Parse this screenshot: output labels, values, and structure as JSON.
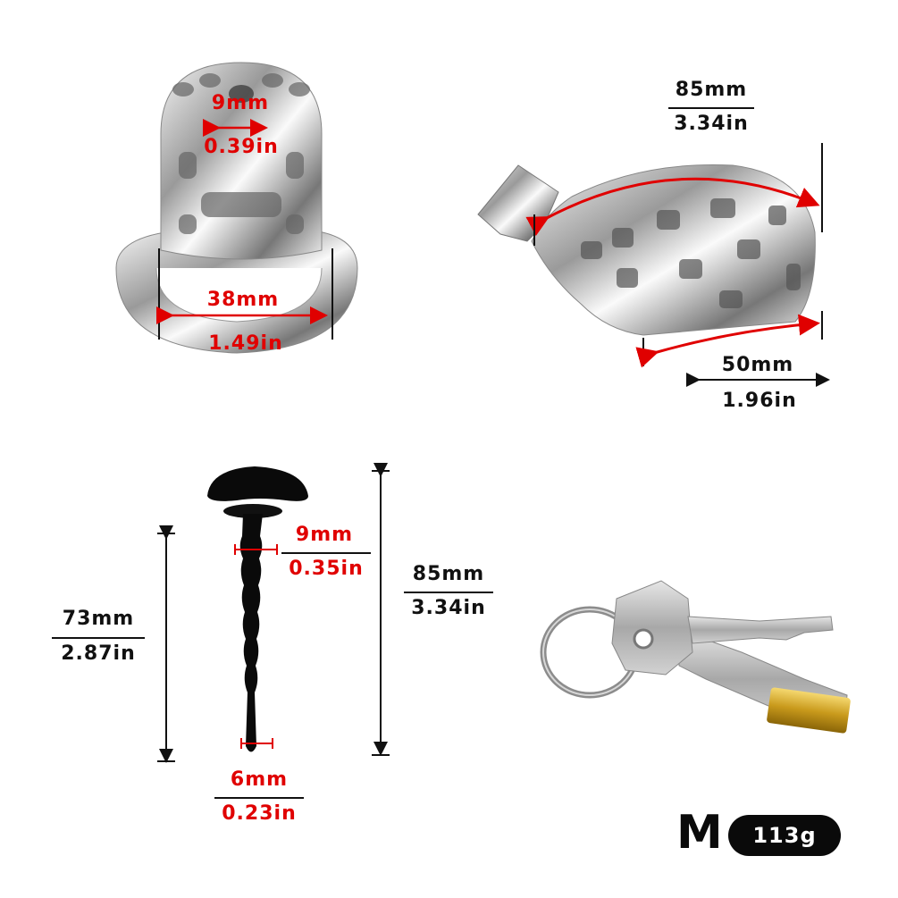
{
  "front_view": {
    "top_hole": {
      "mm": "9mm",
      "in": "0.39in"
    },
    "base_width": {
      "mm": "38mm",
      "in": "1.49in"
    }
  },
  "side_view": {
    "length": {
      "mm": "85mm",
      "in": "3.34in"
    },
    "base_length": {
      "mm": "50mm",
      "in": "1.96in"
    }
  },
  "urethral_tube": {
    "top_diameter": {
      "mm": "9mm",
      "in": "0.35in"
    },
    "bottom_diameter": {
      "mm": "6mm",
      "in": "0.23in"
    },
    "insert_length": {
      "mm": "73mm",
      "in": "2.87in"
    },
    "total_length": {
      "mm": "85mm",
      "in": "3.34in"
    }
  },
  "keys": {
    "count": 2,
    "ring": "key-ring"
  },
  "product": {
    "size": "M",
    "weight": "113g"
  },
  "colors": {
    "dimension_red": "#e00000",
    "text_black": "#111111",
    "metal": "#c8c8c8",
    "brass": "#d4a520"
  }
}
